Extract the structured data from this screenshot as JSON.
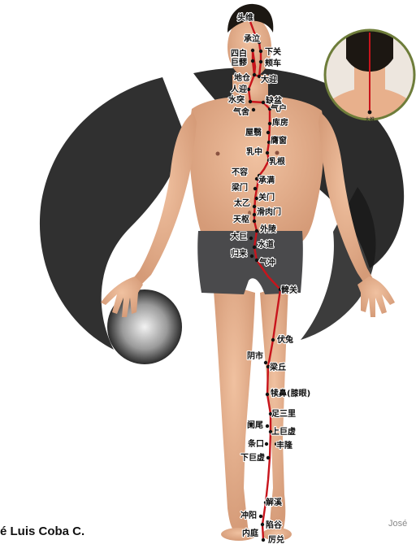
{
  "colors": {
    "meridian": "#c8141c",
    "point": "#111111",
    "skin": "#e8b08c",
    "skin_shadow": "#c98e6c",
    "shorts": "#4a4a4c",
    "hair": "#1c1712",
    "ink": "#1a1a1a",
    "inset_ring": "#6e7d3a"
  },
  "credits": {
    "author": "é Luis Coba C.",
    "author_repeat": "José"
  },
  "inset": {
    "label": "大椎"
  },
  "points": [
    "头维",
    "承泣",
    "四白",
    "下关",
    "巨髎",
    "颊车",
    "地仓",
    "大迎",
    "人迎",
    "水突",
    "缺盆",
    "气户",
    "气舍",
    "库房",
    "屋翳",
    "膺窗",
    "乳中",
    "乳根",
    "不容",
    "承满",
    "梁门",
    "关门",
    "太乙",
    "滑肉门",
    "天枢",
    "外陵",
    "大巨",
    "水道",
    "归来",
    "气冲",
    "髀关",
    "伏兔",
    "阴市",
    "梁丘",
    "犊鼻(膝眼)",
    "足三里",
    "阑尾",
    "上巨虚",
    "条口",
    "丰隆",
    "下巨虚",
    "解溪",
    "冲阳",
    "陷谷",
    "内庭",
    "厉兑"
  ]
}
